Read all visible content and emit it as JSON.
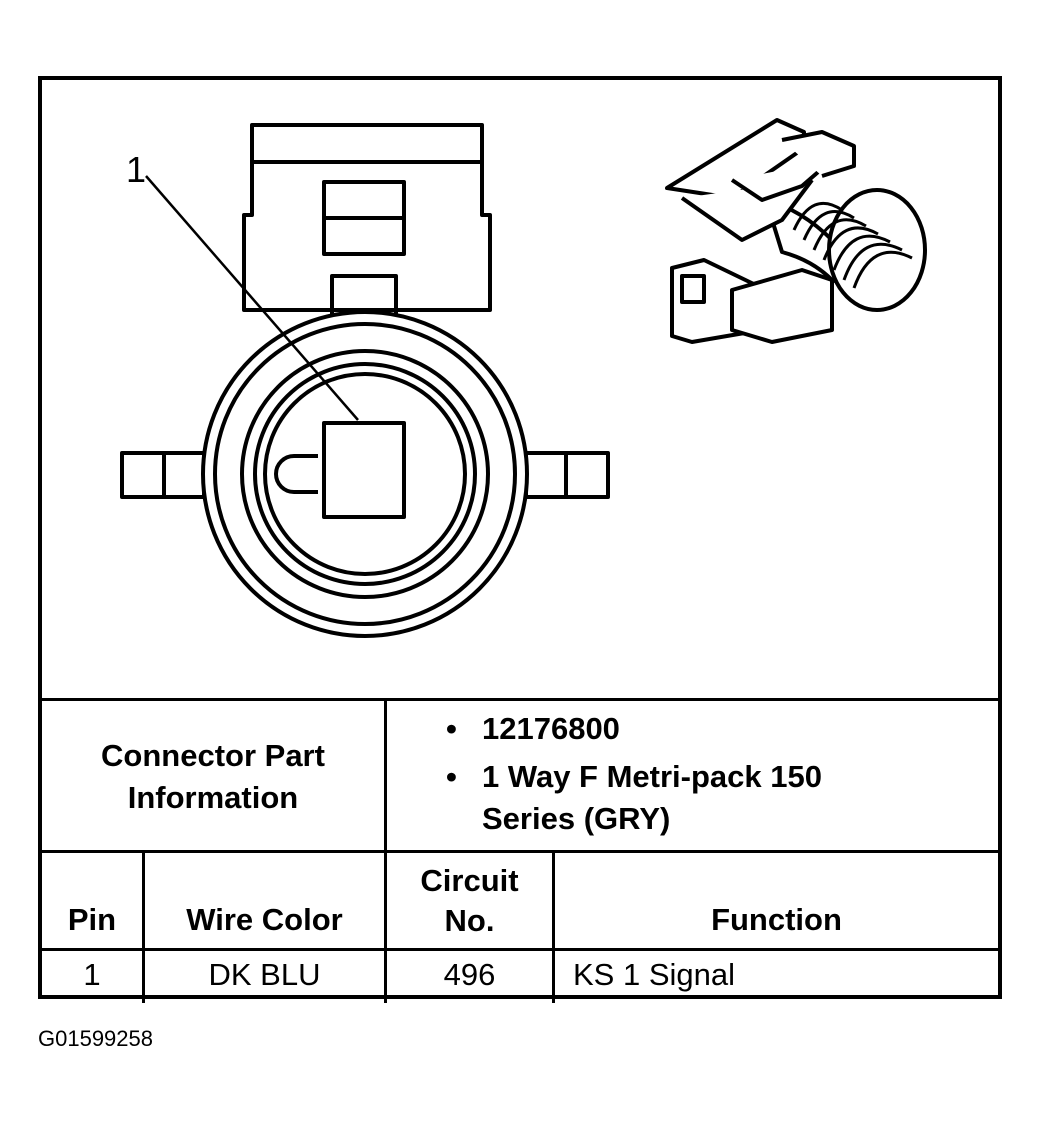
{
  "diagram": {
    "callout_label": "1"
  },
  "connector_part_info": {
    "label": "Connector Part Information",
    "bullets": [
      "12176800",
      "1 Way F Metri-pack 150 Series (GRY)"
    ]
  },
  "pin_table": {
    "headers": {
      "pin": "Pin",
      "wire_color": "Wire Color",
      "circuit_no": "Circuit No.",
      "function": "Function"
    },
    "rows": [
      {
        "pin": "1",
        "wire_color": "DK BLU",
        "circuit_no": "496",
        "function": "KS 1 Signal"
      }
    ]
  },
  "figure_id": "G01599258"
}
